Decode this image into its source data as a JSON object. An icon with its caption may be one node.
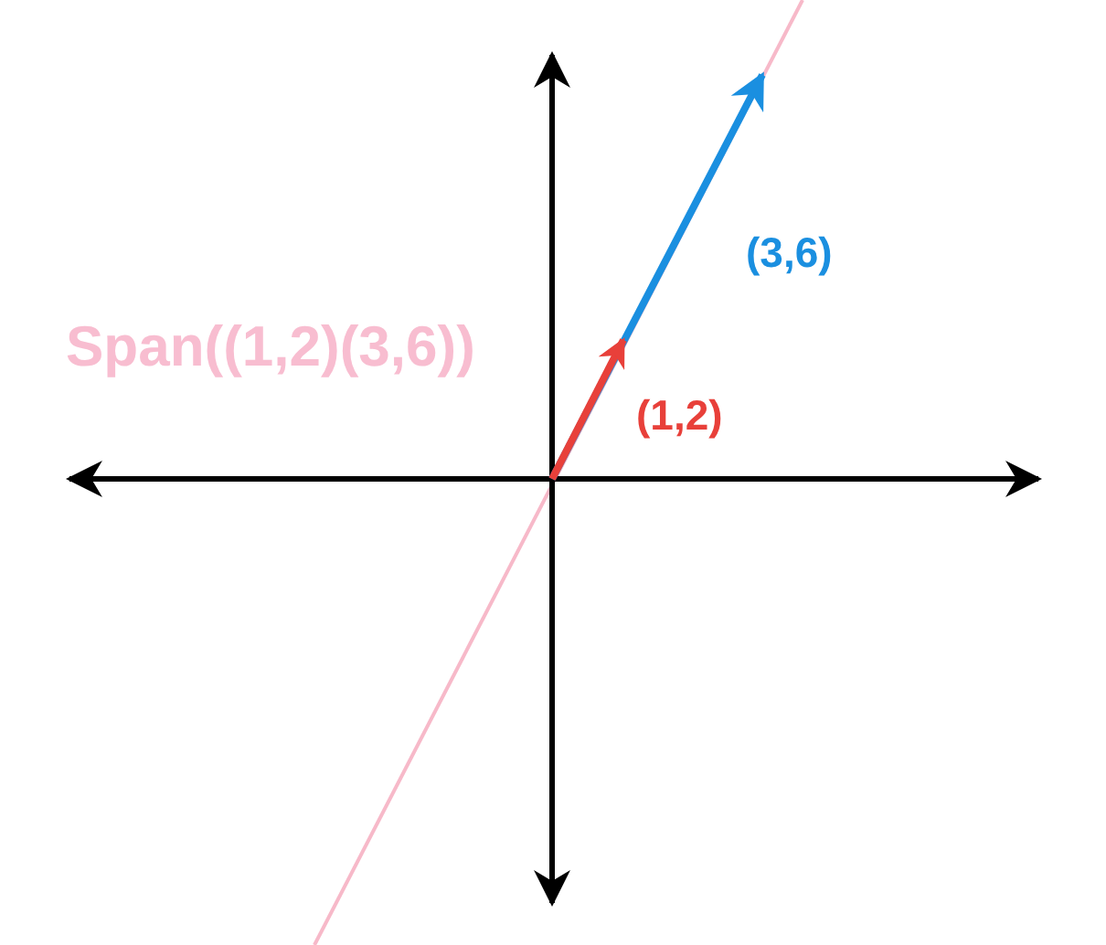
{
  "diagram": {
    "labels": [
      "Span((1,2)(3,6))",
      "(3,6)",
      "(1,2)"
    ]
  }
}
